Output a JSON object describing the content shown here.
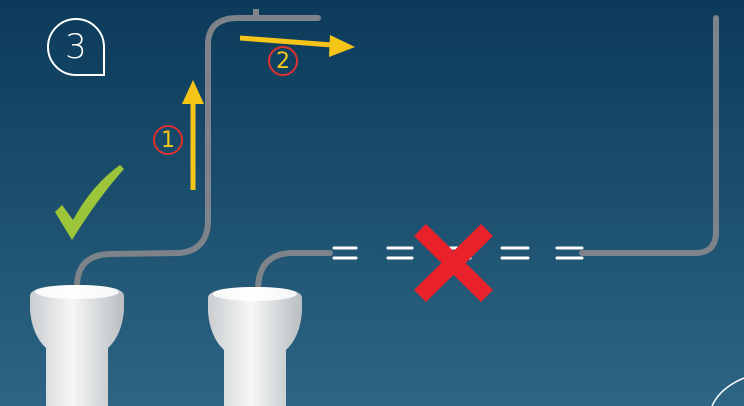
{
  "step_badge": {
    "number": "3"
  },
  "annotations": {
    "step_1": "1",
    "step_2": "2"
  },
  "colors": {
    "background_top": "#0c3a5a",
    "background_bottom": "#2e6584",
    "pipe": "#7d8389",
    "arrow": "#f5c518",
    "step_circle": "#e03131",
    "correct_check": "#9dc53a",
    "wrong_cross": "#e8212b",
    "toilet": "#f1f1f1"
  },
  "icons": {
    "correct": "checkmark-icon",
    "incorrect": "cross-icon",
    "fixture": "toilet-icon"
  }
}
